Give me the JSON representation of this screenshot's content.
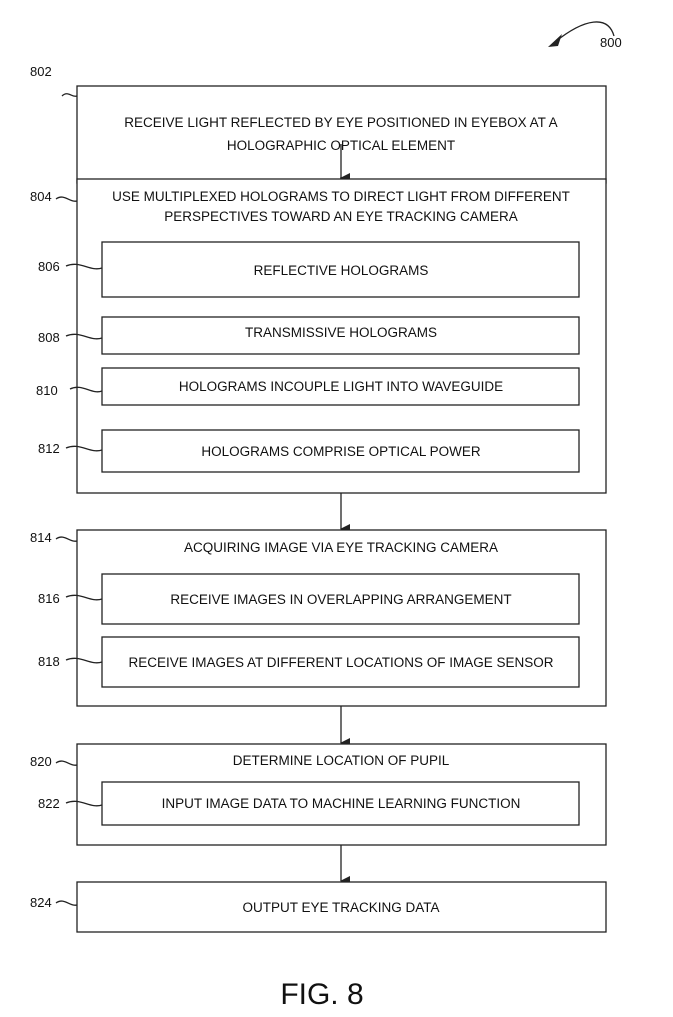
{
  "figure": {
    "label": "FIG. 8",
    "ref": "800"
  },
  "steps": [
    {
      "ref": "802",
      "lines": [
        "RECEIVE LIGHT REFLECTED BY EYE POSITIONED IN EYEBOX AT A",
        "HOLOGRAPHIC OPTICAL ELEMENT"
      ],
      "children": []
    },
    {
      "ref": "804",
      "lines": [
        "USE MULTIPLEXED HOLOGRAMS TO DIRECT LIGHT FROM DIFFERENT",
        "PERSPECTIVES TOWARD AN EYE TRACKING CAMERA"
      ],
      "children": [
        {
          "ref": "806",
          "text": "REFLECTIVE HOLOGRAMS"
        },
        {
          "ref": "808",
          "text": "TRANSMISSIVE HOLOGRAMS"
        },
        {
          "ref": "810",
          "text": "HOLOGRAMS INCOUPLE LIGHT INTO WAVEGUIDE"
        },
        {
          "ref": "812",
          "text": "HOLOGRAMS COMPRISE OPTICAL POWER"
        }
      ]
    },
    {
      "ref": "814",
      "lines": [
        "ACQUIRING IMAGE VIA EYE TRACKING CAMERA"
      ],
      "children": [
        {
          "ref": "816",
          "text": "RECEIVE IMAGES IN OVERLAPPING ARRANGEMENT"
        },
        {
          "ref": "818",
          "text": "RECEIVE IMAGES AT DIFFERENT LOCATIONS OF IMAGE SENSOR"
        }
      ]
    },
    {
      "ref": "820",
      "lines": [
        "DETERMINE LOCATION OF PUPIL"
      ],
      "children": [
        {
          "ref": "822",
          "text": "INPUT IMAGE DATA TO MACHINE LEARNING FUNCTION"
        }
      ]
    },
    {
      "ref": "824",
      "lines": [
        "OUTPUT EYE TRACKING DATA"
      ],
      "children": []
    }
  ]
}
